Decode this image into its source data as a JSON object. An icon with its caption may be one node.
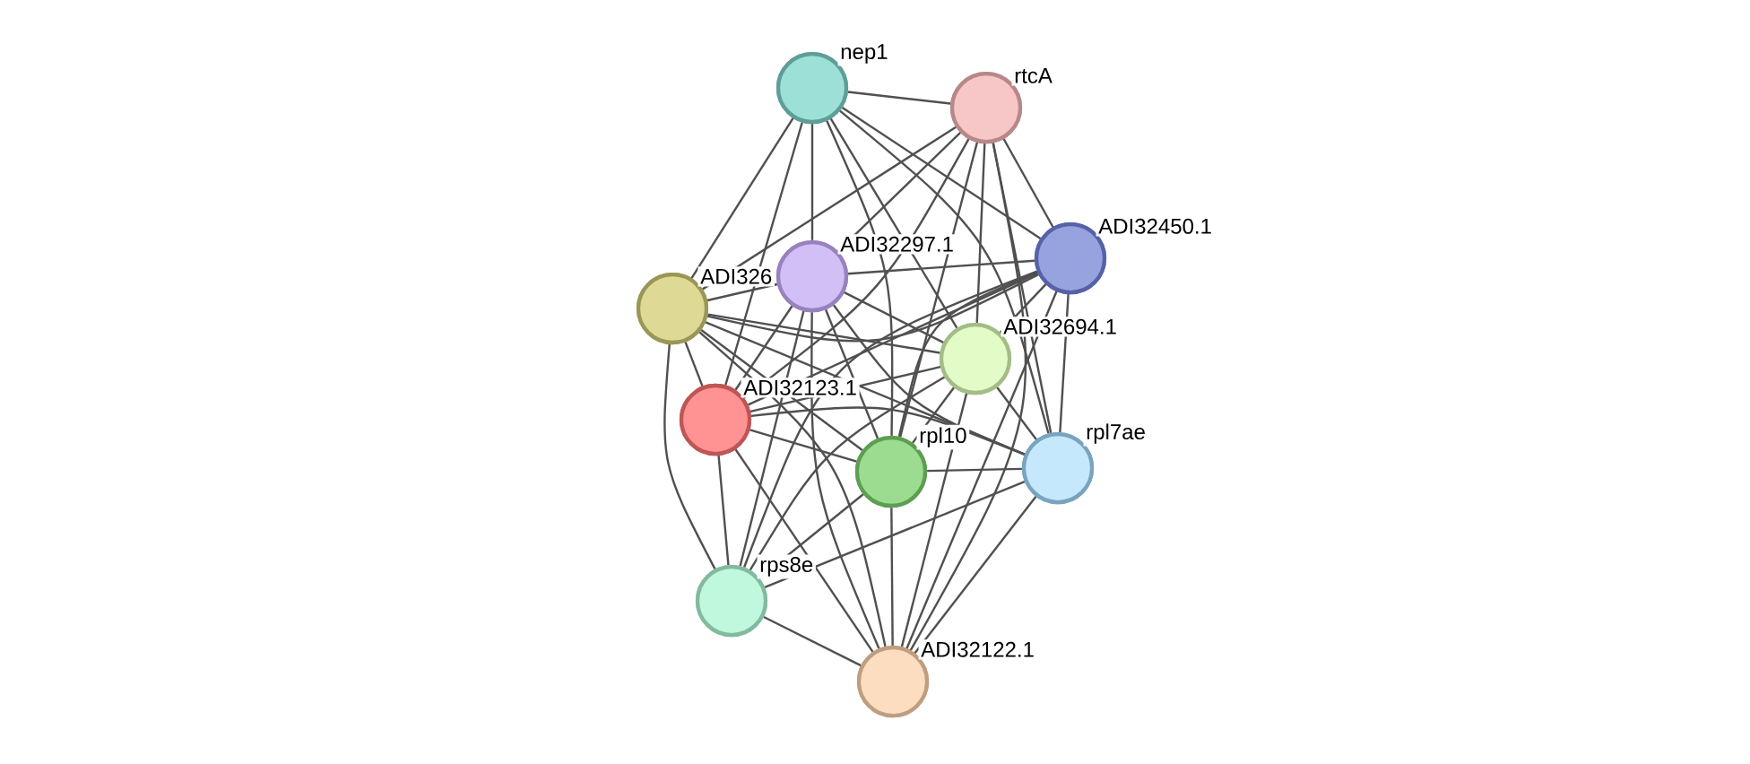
{
  "diagram": {
    "nodes": [
      {
        "text": [
          "nep1"
        ]
      },
      {
        "text": [
          "rtcA"
        ]
      },
      {
        "text": [
          "ADI32450.1"
        ]
      },
      {
        "text": [
          "ADI326"
        ]
      },
      {
        "text": [
          "ADI32297.1"
        ]
      },
      {
        "text": [
          "ADI32694.1"
        ]
      },
      {
        "text": [
          "ADI32123.1"
        ]
      },
      {
        "text": [
          "rpl10"
        ]
      },
      {
        "text": [
          "rpl7ae"
        ]
      },
      {
        "text": [
          "rps8e"
        ]
      },
      {
        "text": [
          "ADI32122.1"
        ]
      }
    ],
    "edges": [
      {
        "from": 0,
        "to": 1,
        "arrow": "none"
      },
      {
        "from": 0,
        "to": 2,
        "arrow": "none"
      },
      {
        "from": 0,
        "to": 3,
        "arrow": "none"
      },
      {
        "from": 0,
        "to": 4,
        "arrow": "none"
      },
      {
        "from": 0,
        "to": 5,
        "arrow": "none"
      },
      {
        "from": 0,
        "to": 6,
        "arrow": "none"
      },
      {
        "from": 0,
        "to": 7,
        "arrow": "none"
      },
      {
        "from": 0,
        "to": 8,
        "arrow": "none"
      },
      {
        "from": 1,
        "to": 2,
        "arrow": "none"
      },
      {
        "from": 1,
        "to": 3,
        "arrow": "none"
      },
      {
        "from": 1,
        "to": 4,
        "arrow": "none"
      },
      {
        "from": 1,
        "to": 5,
        "arrow": "none"
      },
      {
        "from": 1,
        "to": 6,
        "arrow": "none"
      },
      {
        "from": 1,
        "to": 7,
        "arrow": "none"
      },
      {
        "from": 1,
        "to": 8,
        "arrow": "none"
      },
      {
        "from": 1,
        "to": 10,
        "arrow": "none"
      },
      {
        "from": 2,
        "to": 3,
        "arrow": "none"
      },
      {
        "from": 2,
        "to": 4,
        "arrow": "none"
      },
      {
        "from": 2,
        "to": 5,
        "arrow": "none"
      },
      {
        "from": 2,
        "to": 6,
        "arrow": "none"
      },
      {
        "from": 2,
        "to": 7,
        "arrow": "none"
      },
      {
        "from": 2,
        "to": 8,
        "arrow": "none"
      },
      {
        "from": 2,
        "to": 9,
        "arrow": "none"
      },
      {
        "from": 2,
        "to": 10,
        "arrow": "none"
      },
      {
        "from": 3,
        "to": 4,
        "arrow": "none"
      },
      {
        "from": 3,
        "to": 5,
        "arrow": "none"
      },
      {
        "from": 3,
        "to": 6,
        "arrow": "none"
      },
      {
        "from": 3,
        "to": 7,
        "arrow": "none"
      },
      {
        "from": 3,
        "to": 8,
        "arrow": "none"
      },
      {
        "from": 3,
        "to": 9,
        "arrow": "none"
      },
      {
        "from": 3,
        "to": 10,
        "arrow": "none"
      },
      {
        "from": 4,
        "to": 5,
        "arrow": "none"
      },
      {
        "from": 4,
        "to": 6,
        "arrow": "none"
      },
      {
        "from": 4,
        "to": 7,
        "arrow": "none"
      },
      {
        "from": 4,
        "to": 8,
        "arrow": "none"
      },
      {
        "from": 4,
        "to": 9,
        "arrow": "none"
      },
      {
        "from": 4,
        "to": 10,
        "arrow": "none"
      },
      {
        "from": 5,
        "to": 6,
        "arrow": "none"
      },
      {
        "from": 5,
        "to": 7,
        "arrow": "none"
      },
      {
        "from": 5,
        "to": 8,
        "arrow": "none"
      },
      {
        "from": 5,
        "to": 9,
        "arrow": "none"
      },
      {
        "from": 5,
        "to": 10,
        "arrow": "none"
      },
      {
        "from": 6,
        "to": 7,
        "arrow": "none"
      },
      {
        "from": 6,
        "to": 8,
        "arrow": "none"
      },
      {
        "from": 6,
        "to": 9,
        "arrow": "none"
      },
      {
        "from": 6,
        "to": 10,
        "arrow": "none"
      },
      {
        "from": 7,
        "to": 8,
        "arrow": "none"
      },
      {
        "from": 7,
        "to": 9,
        "arrow": "none"
      },
      {
        "from": 7,
        "to": 10,
        "arrow": "none"
      },
      {
        "from": 8,
        "to": 9,
        "arrow": "none"
      },
      {
        "from": 8,
        "to": 10,
        "arrow": "none"
      },
      {
        "from": 9,
        "to": 10,
        "arrow": "none"
      }
    ]
  }
}
